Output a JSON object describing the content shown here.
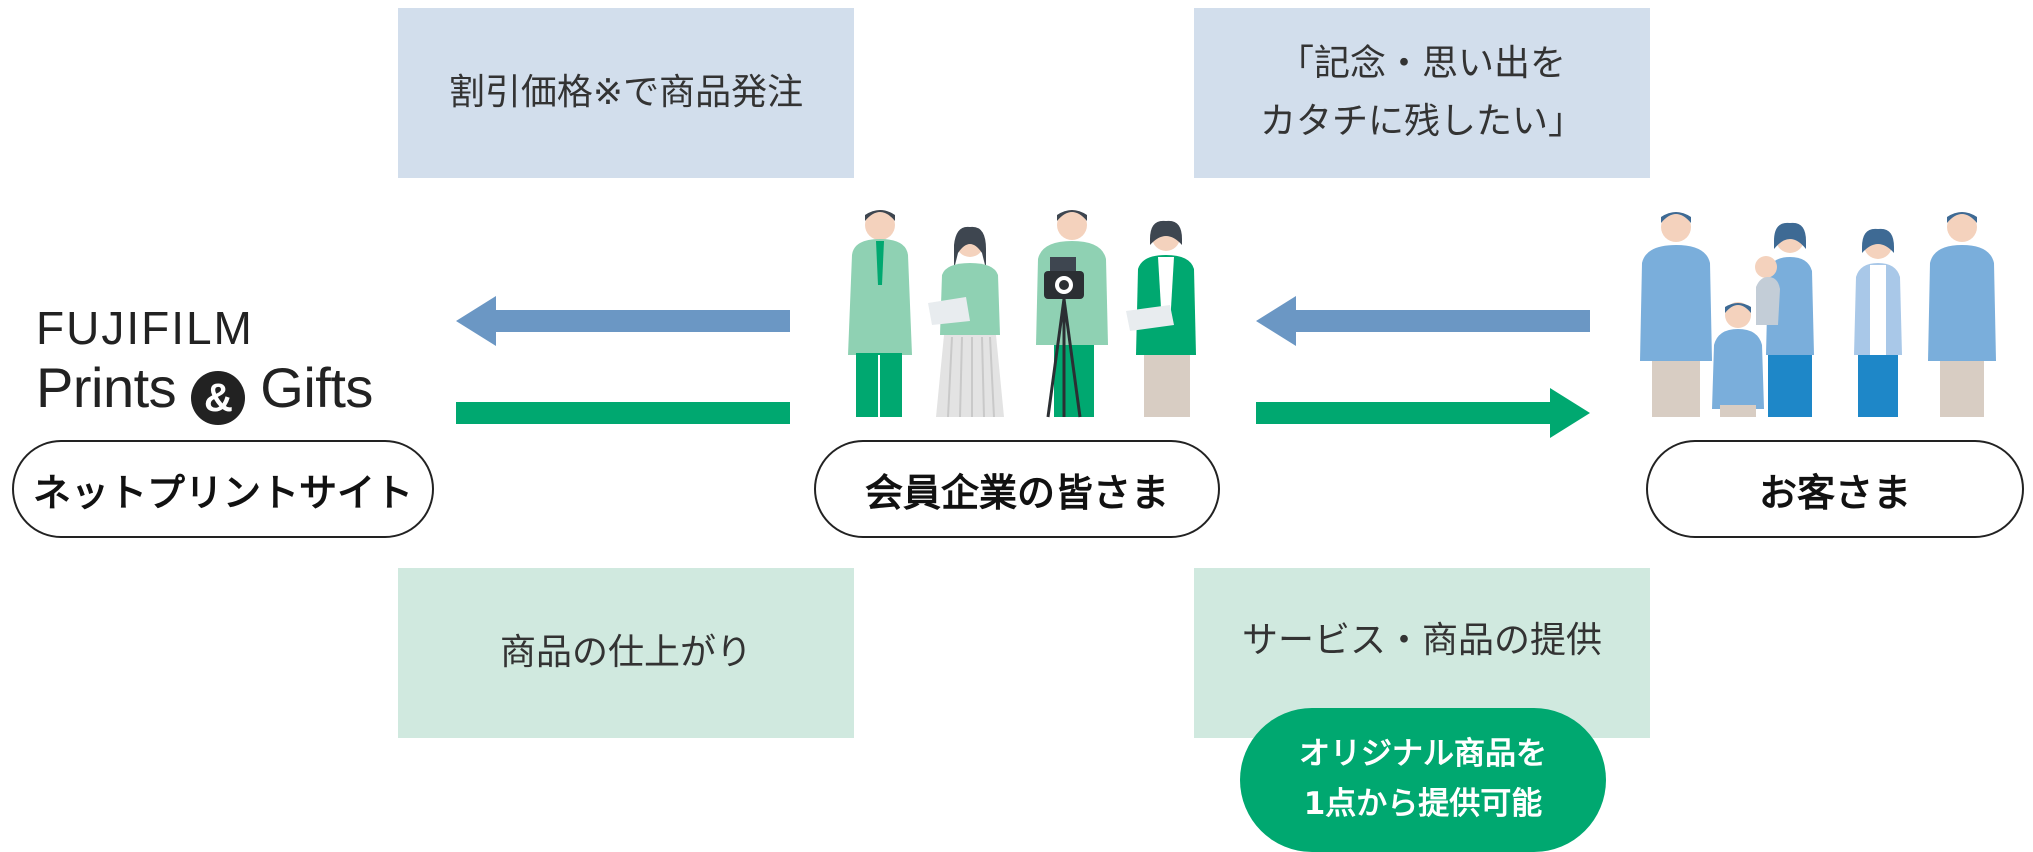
{
  "colors": {
    "blue_bubble": "#d2deec",
    "green_bubble": "#d0e9df",
    "blue_arrow": "#6b97c4",
    "green_arrow": "#00a870",
    "badge": "#00a870"
  },
  "logo": {
    "line1": "FUJIFILM",
    "line2_a": "Prints ",
    "line2_amp": "&",
    "line2_b": " Gifts"
  },
  "bubbles": {
    "discount_order": "割引価格※で商品発注",
    "customer_wish": "「記念・思い出を\nカタチに残したい」",
    "finished_goods": "商品の仕上がり",
    "provide_service": "サービス・商品の提供"
  },
  "labels": {
    "netprint": "ネットプリントサイト",
    "members": "会員企業の皆さま",
    "customers": "お客さま"
  },
  "badge": {
    "text": "オリジナル商品を\n1点から提供可能"
  }
}
